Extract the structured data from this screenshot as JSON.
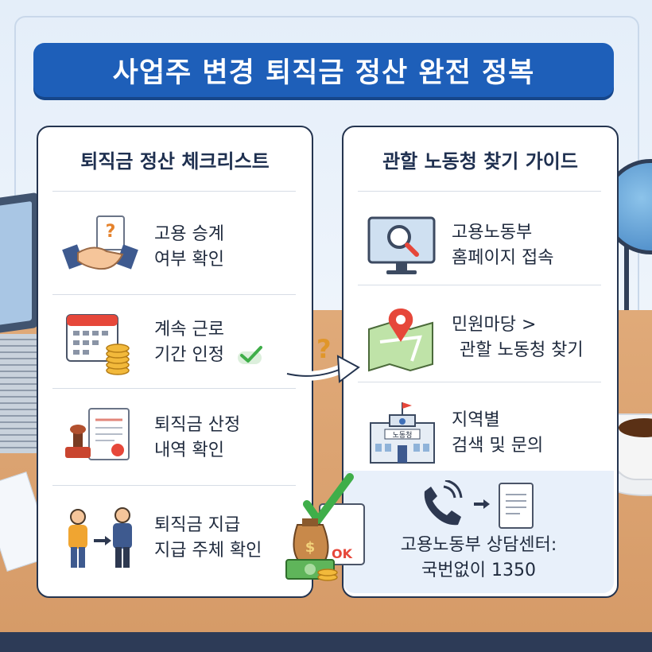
{
  "title": "사업주 변경 퇴직금 정산 완전 정복",
  "left_panel": {
    "header": "퇴직금 정산 체크리스트",
    "items": [
      {
        "line1": "고용 승계",
        "line2": "여부 확인",
        "icon": "handshake-icon"
      },
      {
        "line1": "계속 근로",
        "line2": "기간 인정",
        "icon": "calendar-coins-icon"
      },
      {
        "line1": "퇴직금 산정",
        "line2": "내역 확인",
        "icon": "stamp-document-icon"
      },
      {
        "line1": "퇴직금 지급",
        "line2": "지급 주체 확인",
        "icon": "people-transfer-icon"
      }
    ]
  },
  "right_panel": {
    "header": "관할 노동청 찾기 가이드",
    "items": [
      {
        "line1": "고용노동부",
        "line2": "홈페이지 접속",
        "icon": "monitor-search-icon"
      },
      {
        "line1": "민원마당 >",
        "line2": "관할 노동청 찾기",
        "icon": "map-pin-icon"
      },
      {
        "line1": "지역별",
        "line2": "검색 및 문의",
        "icon": "government-building-icon"
      }
    ],
    "building_sign": "노동청",
    "contact_line1": "고용노동부 상담센터:",
    "contact_line2": "국번없이 1350"
  },
  "decor": {
    "question_mark": "?",
    "money_symbol": "$",
    "ok_stamp": "OK"
  },
  "colors": {
    "title_bg": "#1e5fb9",
    "panel_border": "#24344f",
    "accent_orange": "#e0962a",
    "check_green": "#3fae49"
  }
}
